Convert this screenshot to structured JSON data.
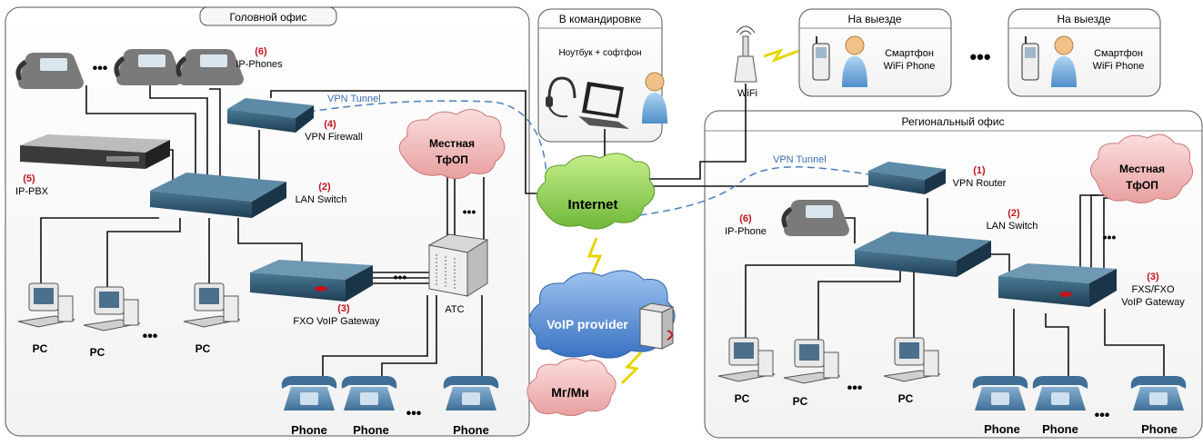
{
  "regions": {
    "head_office": "Головной офис",
    "business_trip": "В командировке",
    "away_1": "На выезде",
    "away_2": "На выезде",
    "regional_office": "Региональный офис"
  },
  "head_office": {
    "ip_phones_num": "(6)",
    "ip_phones_label": "IP-Phones",
    "vpn_firewall_num": "(4)",
    "vpn_firewall_label": "VPN Firewall",
    "ip_pbx_num": "(5)",
    "ip_pbx_label": "IP-PBX",
    "lan_switch_num": "(2)",
    "lan_switch_label": "LAN Switch",
    "fxo_gw_num": "(3)",
    "fxo_gw_label": "FXO VoIP Gateway",
    "pstn_label": "Местная ТфОП",
    "ats_label": "АТС",
    "pc_label": "PC",
    "phone_label": "Phone",
    "vpn_tunnel": "VPN Tunnel"
  },
  "trip": {
    "device_label": "Ноутбук + софтфон"
  },
  "mobile": {
    "smartphone_label": "Смартфон",
    "wifi_phone_label": "WiFi Phone",
    "wifi_label": "WiFi"
  },
  "center": {
    "internet": "Internet",
    "voip_provider": "VoIP provider",
    "long_distance": "Мг/Мн"
  },
  "regional": {
    "vpn_tunnel": "VPN Tunnel",
    "vpn_router_num": "(1)",
    "vpn_router_label": "VPN Router",
    "lan_switch_num": "(2)",
    "lan_switch_label": "LAN Switch",
    "ip_phone_num": "(6)",
    "ip_phone_label": "IP-Phone",
    "gw_num": "(3)",
    "gw_label_1": "FXS/FXO",
    "gw_label_2": "VoIP Gateway",
    "pstn_label": "Местная ТфОП",
    "pc_label": "PC",
    "phone_label": "Phone"
  },
  "ellipsis": "•••",
  "colors": {
    "accent_red": "#c0141c",
    "tunnel_blue": "#4a7fc0",
    "cloud_green": "#8fd14f",
    "cloud_blue": "#5b8fd6",
    "cloud_pink": "#f0b8b8",
    "device_navy": "#2f5873"
  }
}
